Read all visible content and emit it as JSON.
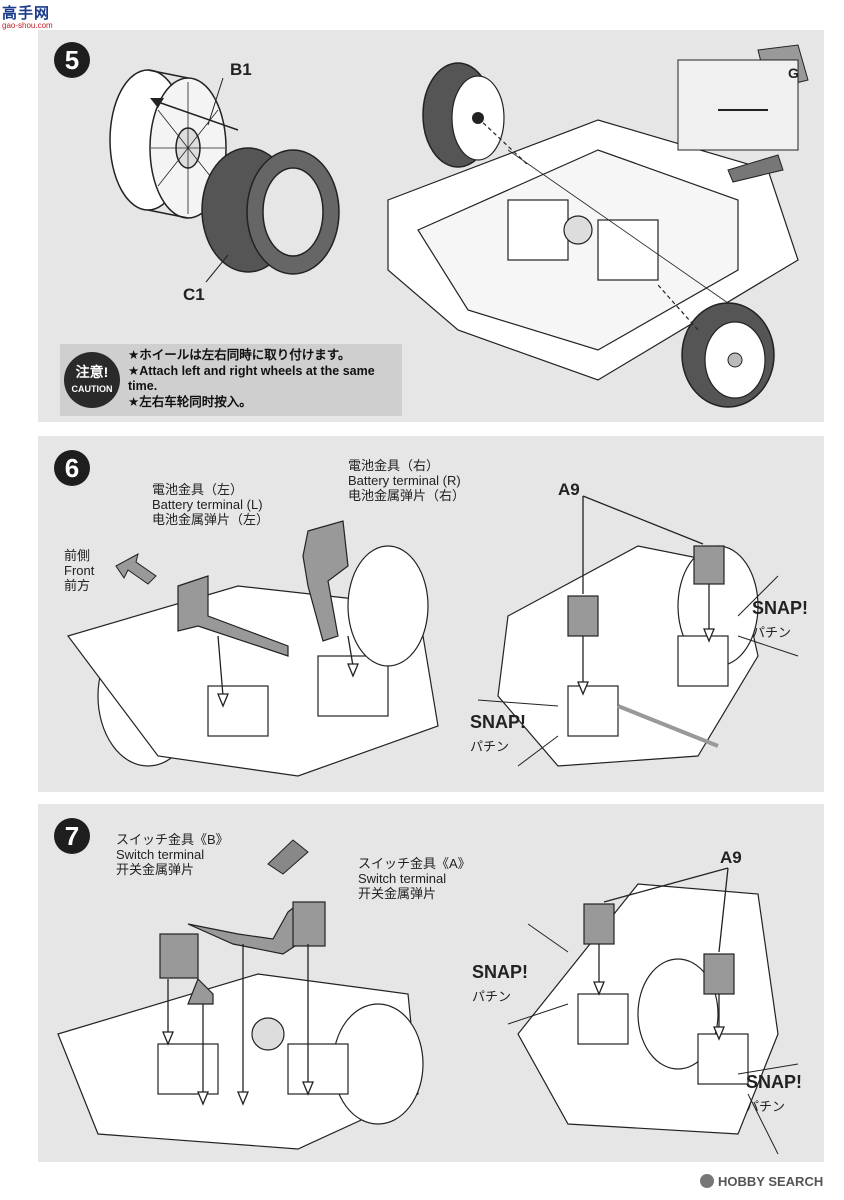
{
  "site_logo": {
    "text": "高手网",
    "sub": "gao-shou.com"
  },
  "step5": {
    "number": "5",
    "part_wheel": "B1",
    "part_tire": "C1",
    "caution_jp": "注意!",
    "caution_en": "CAUTION",
    "notes": [
      "★ホイールは左右同時に取り付けます。",
      "★Attach left and right wheels at the same time.",
      "★左右车轮同时按入。"
    ],
    "glue_label": "G"
  },
  "step6": {
    "number": "6",
    "terminal_left": [
      "電池金具（左）",
      "Battery terminal (L)",
      "电池金属弹片（左）"
    ],
    "terminal_right": [
      "電池金具（右）",
      "Battery terminal (R)",
      "电池金属弹片（右）"
    ],
    "front": [
      "前側",
      "Front",
      "前方"
    ],
    "part": "A9",
    "snap": "SNAP!",
    "snap_jp": "パチン"
  },
  "step7": {
    "number": "7",
    "switch_b": [
      "スイッチ金具《B》",
      "Switch terminal",
      "开关金属弹片"
    ],
    "switch_a": [
      "スイッチ金具《A》",
      "Switch terminal",
      "开关金属弹片"
    ],
    "part": "A9",
    "snap": "SNAP!",
    "snap_jp": "パチン"
  },
  "footer": {
    "brand": "HOBBY SEARCH"
  }
}
